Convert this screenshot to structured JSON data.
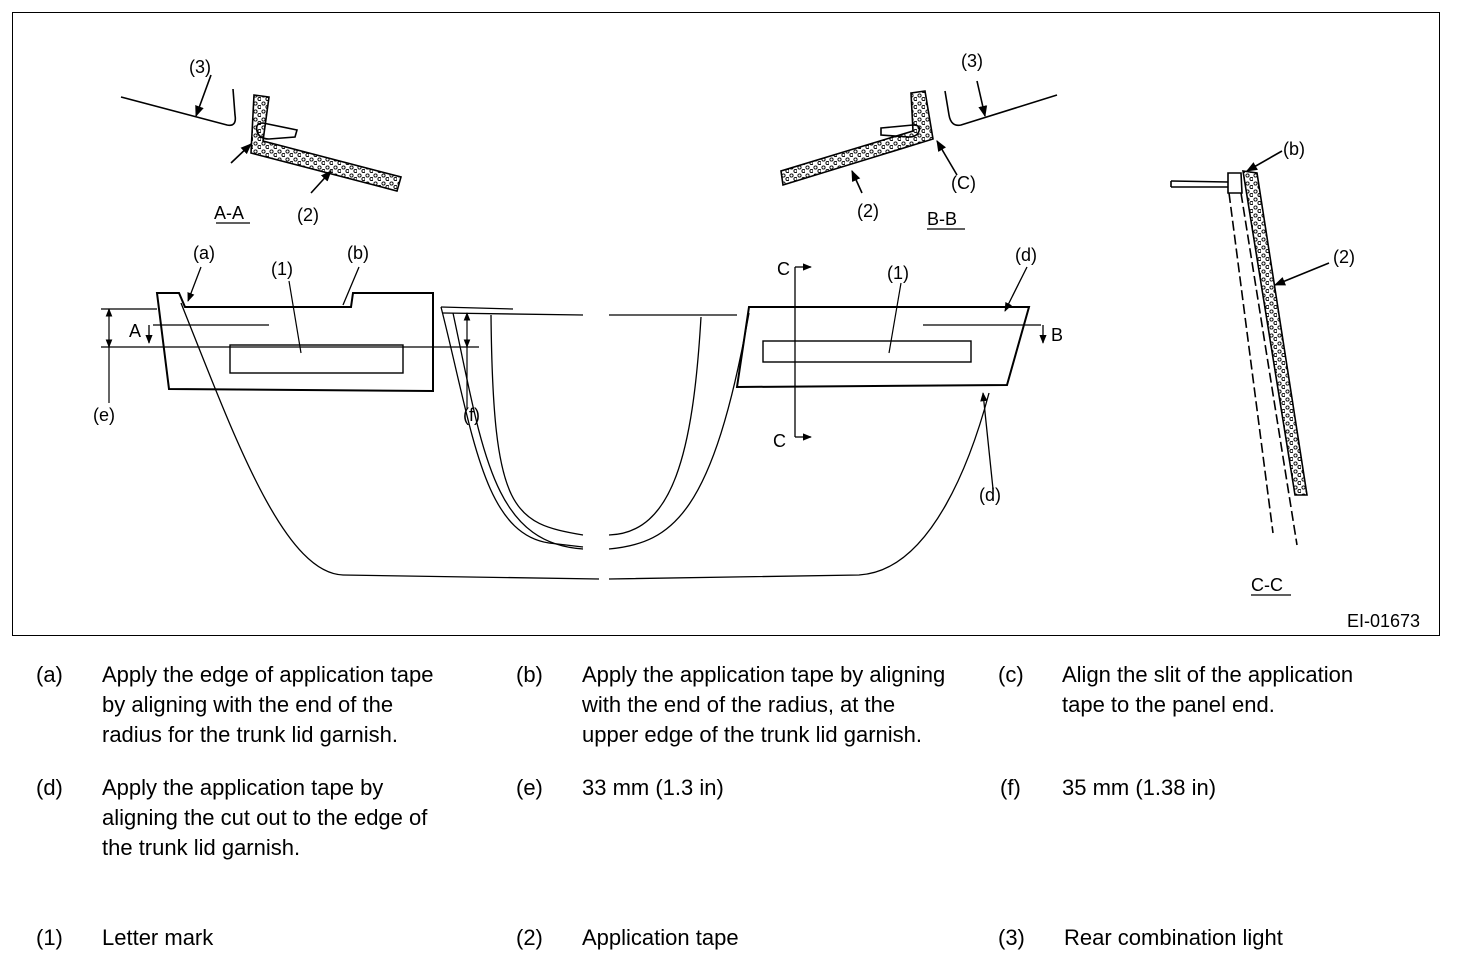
{
  "figure": {
    "code": "EI-01673",
    "callouts": {
      "a": "(a)",
      "b": "(b)",
      "c_upper": "(C)",
      "c_lower": "(c)",
      "d": "(d)",
      "e": "(e)",
      "f": "(f)",
      "n1": "(1)",
      "n2": "(2)",
      "n3": "(3)"
    },
    "sections": {
      "aa": "A-A",
      "bb": "B-B",
      "cc": "C-C"
    },
    "section_marks": {
      "a": "A",
      "b": "B",
      "c": "C"
    }
  },
  "legend": [
    {
      "key": "(a)",
      "text": [
        "Apply the edge of application tape",
        "by aligning with the end of the",
        "radius for the trunk lid garnish."
      ]
    },
    {
      "key": "(b)",
      "text": [
        "Apply the application tape by aligning",
        "with the end of the radius, at the",
        "upper edge of the trunk lid garnish."
      ]
    },
    {
      "key": "(c)",
      "text": [
        "Align the slit of the application",
        "tape to the panel end."
      ]
    },
    {
      "key": "(d)",
      "text": [
        "Apply the application tape by",
        "aligning the cut out to the edge of",
        "the trunk lid garnish."
      ]
    },
    {
      "key": "(e)",
      "text": [
        "33 mm (1.3 in)"
      ]
    },
    {
      "key": "(f)",
      "text": [
        "35 mm (1.38 in)"
      ]
    },
    {
      "key": "(1)",
      "text": [
        "Letter mark"
      ]
    },
    {
      "key": "(2)",
      "text": [
        "Application tape"
      ]
    },
    {
      "key": "(3)",
      "text": [
        "Rear combination light"
      ]
    }
  ]
}
